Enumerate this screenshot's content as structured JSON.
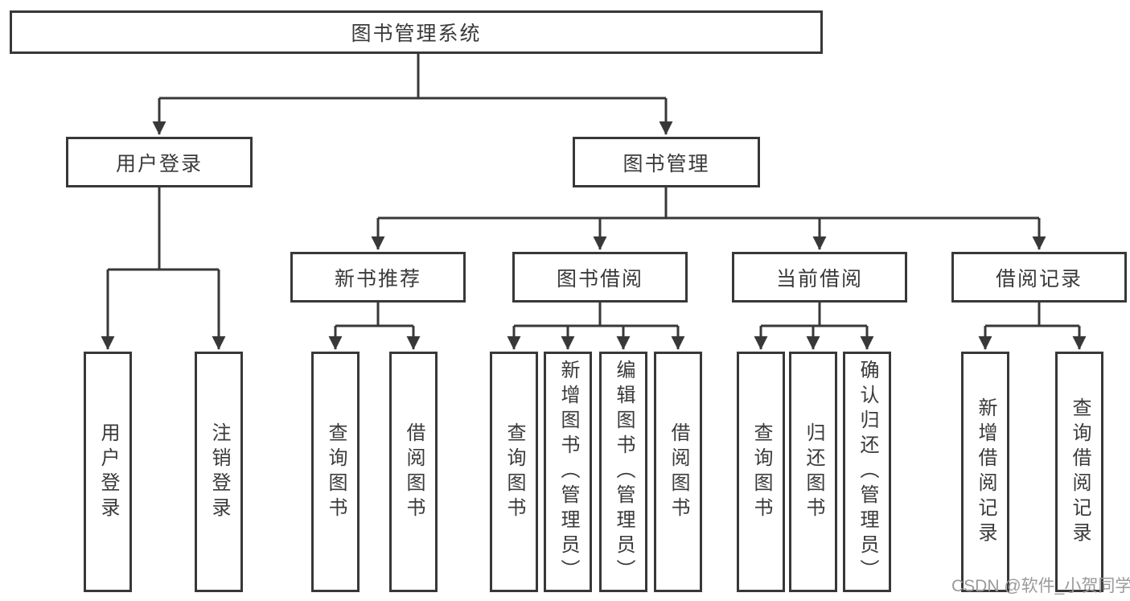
{
  "diagram": {
    "title": "图书管理系统",
    "type": "function-structure-tree",
    "hierarchy": {
      "label": "图书管理系统",
      "children": [
        {
          "label": "用户登录",
          "children": [
            {
              "label": "用户登录"
            },
            {
              "label": "注销登录"
            }
          ]
        },
        {
          "label": "图书管理",
          "children": [
            {
              "label": "新书推荐",
              "children": [
                {
                  "label": "查询图书"
                },
                {
                  "label": "借阅图书"
                }
              ]
            },
            {
              "label": "图书借阅",
              "children": [
                {
                  "label": "查询图书"
                },
                {
                  "label": "新增图书（管理员）"
                },
                {
                  "label": "编辑图书（管理员）"
                },
                {
                  "label": "借阅图书"
                }
              ]
            },
            {
              "label": "当前借阅",
              "children": [
                {
                  "label": "查询图书"
                },
                {
                  "label": "归还图书"
                },
                {
                  "label": "确认归还（管理员）"
                }
              ]
            },
            {
              "label": "借阅记录",
              "children": [
                {
                  "label": "新增借阅记录"
                },
                {
                  "label": "查询借阅记录"
                }
              ]
            }
          ]
        }
      ]
    }
  },
  "nodes": {
    "root": {
      "label": "图书管理系统"
    },
    "user_login": {
      "label": "用户登录"
    },
    "book_mgmt": {
      "label": "图书管理"
    },
    "new_book_rec": {
      "label": "新书推荐"
    },
    "book_borrow": {
      "label": "图书借阅"
    },
    "current_borrow": {
      "label": "当前借阅"
    },
    "borrow_records": {
      "label": "借阅记录"
    },
    "leaf_user_login": {
      "label": "用户登录"
    },
    "leaf_logout": {
      "label": "注销登录"
    },
    "leaf_query_book_1": {
      "label": "查询图书"
    },
    "leaf_borrow_book_1": {
      "label": "借阅图书"
    },
    "leaf_query_book_2": {
      "label": "查询图书"
    },
    "leaf_add_book": {
      "label": "新增图书（管理员）"
    },
    "leaf_edit_book": {
      "label": "编辑图书（管理员）"
    },
    "leaf_borrow_book_2": {
      "label": "借阅图书"
    },
    "leaf_query_book_3": {
      "label": "查询图书"
    },
    "leaf_return_book": {
      "label": "归还图书"
    },
    "leaf_confirm_return": {
      "label": "确认归还（管理员）"
    },
    "leaf_add_record": {
      "label": "新增借阅记录"
    },
    "leaf_query_record": {
      "label": "查询借阅记录"
    }
  },
  "watermark": {
    "text": "CSDN @软件_小贺同学"
  },
  "colors": {
    "line": "#383838",
    "node_border": "#383838",
    "node_text": "#3a3a3a",
    "background": "#ffffff",
    "watermark_text": "#9a9a9a"
  }
}
